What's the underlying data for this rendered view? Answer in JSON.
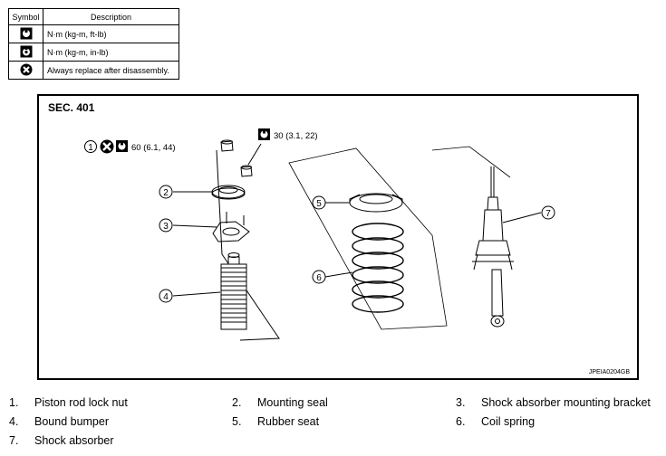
{
  "legend": {
    "headers": {
      "symbol": "Symbol",
      "description": "Description"
    },
    "rows": [
      {
        "icon": "torque-wrench-icon",
        "description": "N·m (kg-m, ft-lb)"
      },
      {
        "icon": "torque-wrench-inlb-icon",
        "description": "N·m (kg-m, in-lb)"
      },
      {
        "icon": "do-not-reuse-icon",
        "description": "Always replace after disassembly."
      }
    ]
  },
  "diagram": {
    "section": "SEC. 401",
    "figure_code": "JPEIA0204GB",
    "torque_specs": {
      "nut_top": "60 (6.1, 44)",
      "nut_side": "30 (3.1, 22)"
    },
    "callouts": [
      "1",
      "2",
      "3",
      "4",
      "5",
      "6",
      "7"
    ]
  },
  "parts": [
    {
      "num": "1.",
      "name": "Piston rod lock nut"
    },
    {
      "num": "2.",
      "name": "Mounting seal"
    },
    {
      "num": "3.",
      "name": "Shock absorber mounting bracket"
    },
    {
      "num": "4.",
      "name": "Bound bumper"
    },
    {
      "num": "5.",
      "name": "Rubber seat"
    },
    {
      "num": "6.",
      "name": "Coil spring"
    },
    {
      "num": "7.",
      "name": "Shock absorber"
    }
  ]
}
